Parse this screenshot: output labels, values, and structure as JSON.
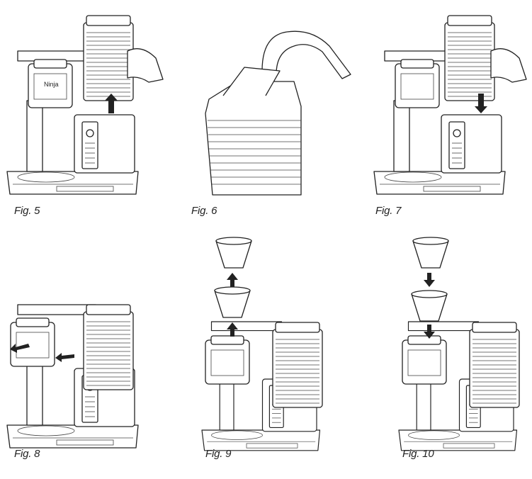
{
  "figures": [
    {
      "caption": "Fig. 5",
      "icon": "arrow-up-icon"
    },
    {
      "caption": "Fig. 6",
      "icon": "faucet-icon"
    },
    {
      "caption": "Fig. 7",
      "icon": "arrow-down-icon"
    },
    {
      "caption": "Fig. 8",
      "icon": "arrow-left-icon"
    },
    {
      "caption": "Fig. 9",
      "icon": "arrow-up-icon"
    },
    {
      "caption": "Fig. 10",
      "icon": "arrow-down-icon"
    }
  ],
  "brand_label": "Ninja",
  "line_color": "#222222"
}
